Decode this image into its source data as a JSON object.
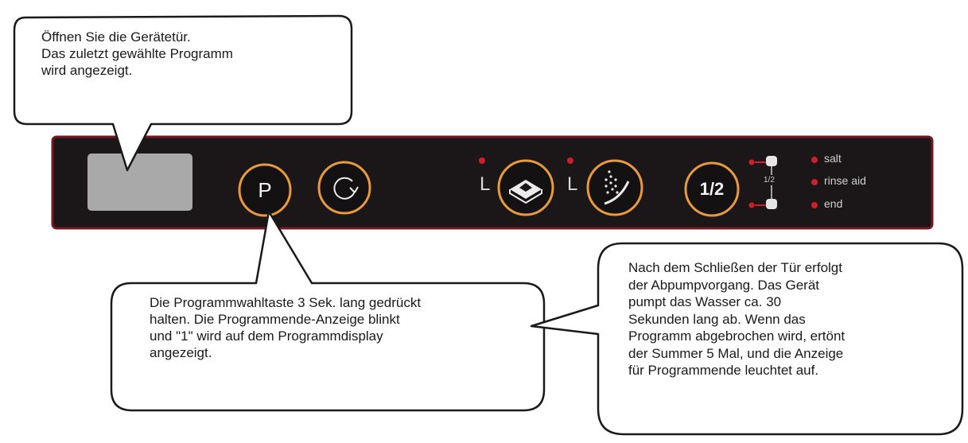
{
  "callouts": {
    "open_door": "Öffnen Sie die Gerätetür.\nDas zuletzt gewählte Programm\nwird angezeigt.",
    "program_button": "Die Programmwahltaste 3 Sek. lang gedrückt\nhalten. Die Programmende-Anzeige blinkt\nund  \"1\" wird auf dem Programmdisplay\nangezeigt.",
    "drain": "Nach dem Schließen der Tür erfolgt\nder Abpumpvorgang. Das Gerät\npumpt das Wasser ca. 30\nSekunden lang ab. Wenn das\nProgramm abgebrochen wird, ertönt\nder Summer 5 Mal, und die Anzeige\nfür Programmende leuchtet auf."
  },
  "panel": {
    "program_button_label": "P",
    "half_load_button_label": "1/2",
    "half_indicator_label": "1/2",
    "led_mark_1": "L",
    "led_mark_2": "L",
    "indicators": {
      "salt": "salt",
      "rinse_aid": "rinse aid",
      "end": "end"
    },
    "icons": {
      "display": "program-display",
      "start": "refresh-cycle-icon",
      "tablet": "tablet-icon",
      "spray": "spray-icon",
      "level": "level-indicator-icon"
    }
  },
  "colors": {
    "panel_bg": "#1b1718",
    "panel_border": "#7a1622",
    "button_ring": "#e89a3c",
    "led_red": "#d21d2b",
    "display_gray": "#a9a9a9"
  }
}
